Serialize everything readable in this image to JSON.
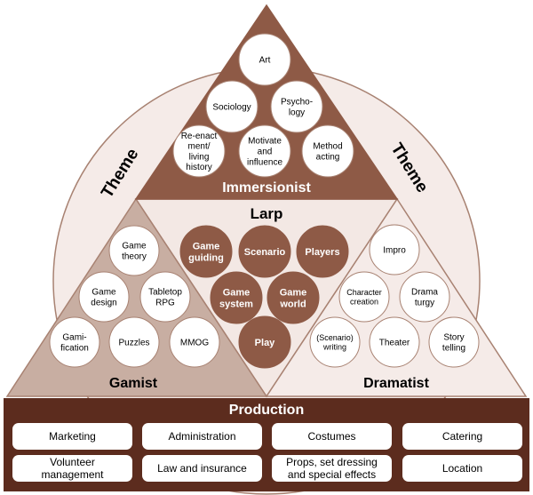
{
  "theme_label": "Theme",
  "immersionist": {
    "title": "Immersionist",
    "items": [
      "Art",
      "Sociology",
      "Psycho-\nlogy",
      "Re-enact\nment/\nliving\nhistory",
      "Motivate\nand\ninfluence",
      "Method\nacting"
    ]
  },
  "larp": {
    "title": "Larp",
    "items": [
      "Game\nguiding",
      "Scenario",
      "Players",
      "Game\nsystem",
      "Game\nworld",
      "Play"
    ]
  },
  "gamist": {
    "title": "Gamist",
    "items": [
      "Game\ntheory",
      "Game\ndesign",
      "Tabletop\nRPG",
      "Gami-\nfication",
      "Puzzles",
      "MMOG"
    ]
  },
  "dramatist": {
    "title": "Dramatist",
    "items": [
      "Impro",
      "Character\ncreation",
      "Drama\nturgy",
      "(Scenario)\nwriting",
      "Theater",
      "Story\ntelling"
    ]
  },
  "production": {
    "title": "Production",
    "items": [
      "Marketing",
      "Administration",
      "Costumes",
      "Catering",
      "Volunteer\nmanagement",
      "Law and insurance",
      "Props, set dressing\nand special effects",
      "Location"
    ]
  },
  "colors": {
    "dark_brown": "#8e5a46",
    "mid_brown": "#c8aea2",
    "light_pink": "#f5ebe8",
    "production_bg": "#5c2c1e",
    "outline": "#a88272"
  }
}
